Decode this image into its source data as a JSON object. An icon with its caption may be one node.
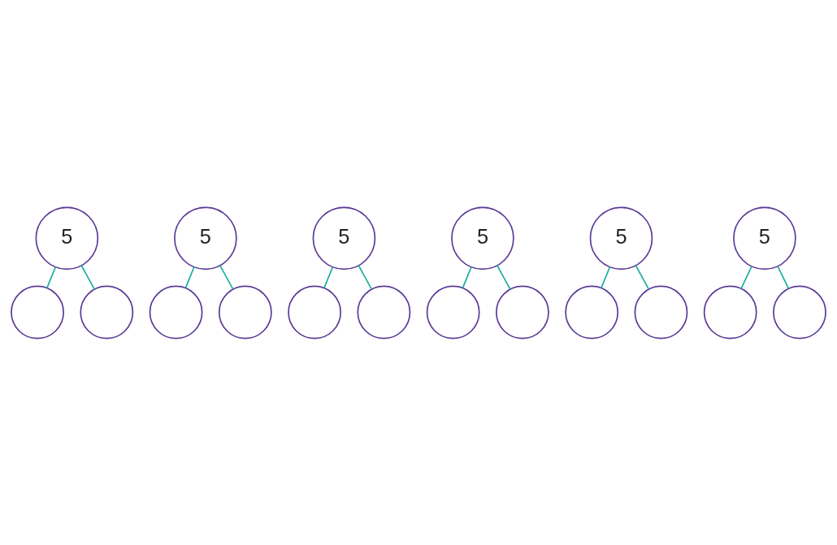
{
  "diagram": {
    "nodes": [
      {
        "text": [
          "5"
        ]
      },
      {
        "text": [],
        "shape": "circle"
      },
      {
        "text": [],
        "shape": "circle"
      },
      {
        "text": [
          "5"
        ]
      },
      {
        "text": [],
        "shape": "circle"
      },
      {
        "text": [],
        "shape": "circle"
      },
      {
        "text": [
          "5"
        ]
      },
      {
        "text": [],
        "shape": "circle"
      },
      {
        "text": [],
        "shape": "circle"
      },
      {
        "text": [
          "5"
        ]
      },
      {
        "text": [],
        "shape": "circle"
      },
      {
        "text": [],
        "shape": "circle"
      },
      {
        "text": [
          "5"
        ]
      },
      {
        "text": [],
        "shape": "circle"
      },
      {
        "text": [],
        "shape": "circle"
      },
      {
        "text": [
          "5"
        ]
      },
      {
        "text": [],
        "shape": "circle"
      },
      {
        "text": [],
        "shape": "circle"
      }
    ],
    "edges": [
      {
        "from": 0,
        "to": 1,
        "arrow": "none"
      },
      {
        "from": 0,
        "to": 2,
        "arrow": "none"
      },
      {
        "from": 3,
        "to": 4,
        "arrow": "none"
      },
      {
        "from": 3,
        "to": 5,
        "arrow": "none"
      },
      {
        "from": 6,
        "to": 7,
        "arrow": "none"
      },
      {
        "from": 6,
        "to": 8,
        "arrow": "none"
      },
      {
        "from": 9,
        "to": 10,
        "arrow": "none"
      },
      {
        "from": 9,
        "to": 11,
        "arrow": "none"
      },
      {
        "from": 12,
        "to": 13,
        "arrow": "none"
      },
      {
        "from": 12,
        "to": 14,
        "arrow": "none"
      },
      {
        "from": 15,
        "to": 16,
        "arrow": "none"
      },
      {
        "from": 15,
        "to": 17,
        "arrow": "none"
      }
    ]
  }
}
